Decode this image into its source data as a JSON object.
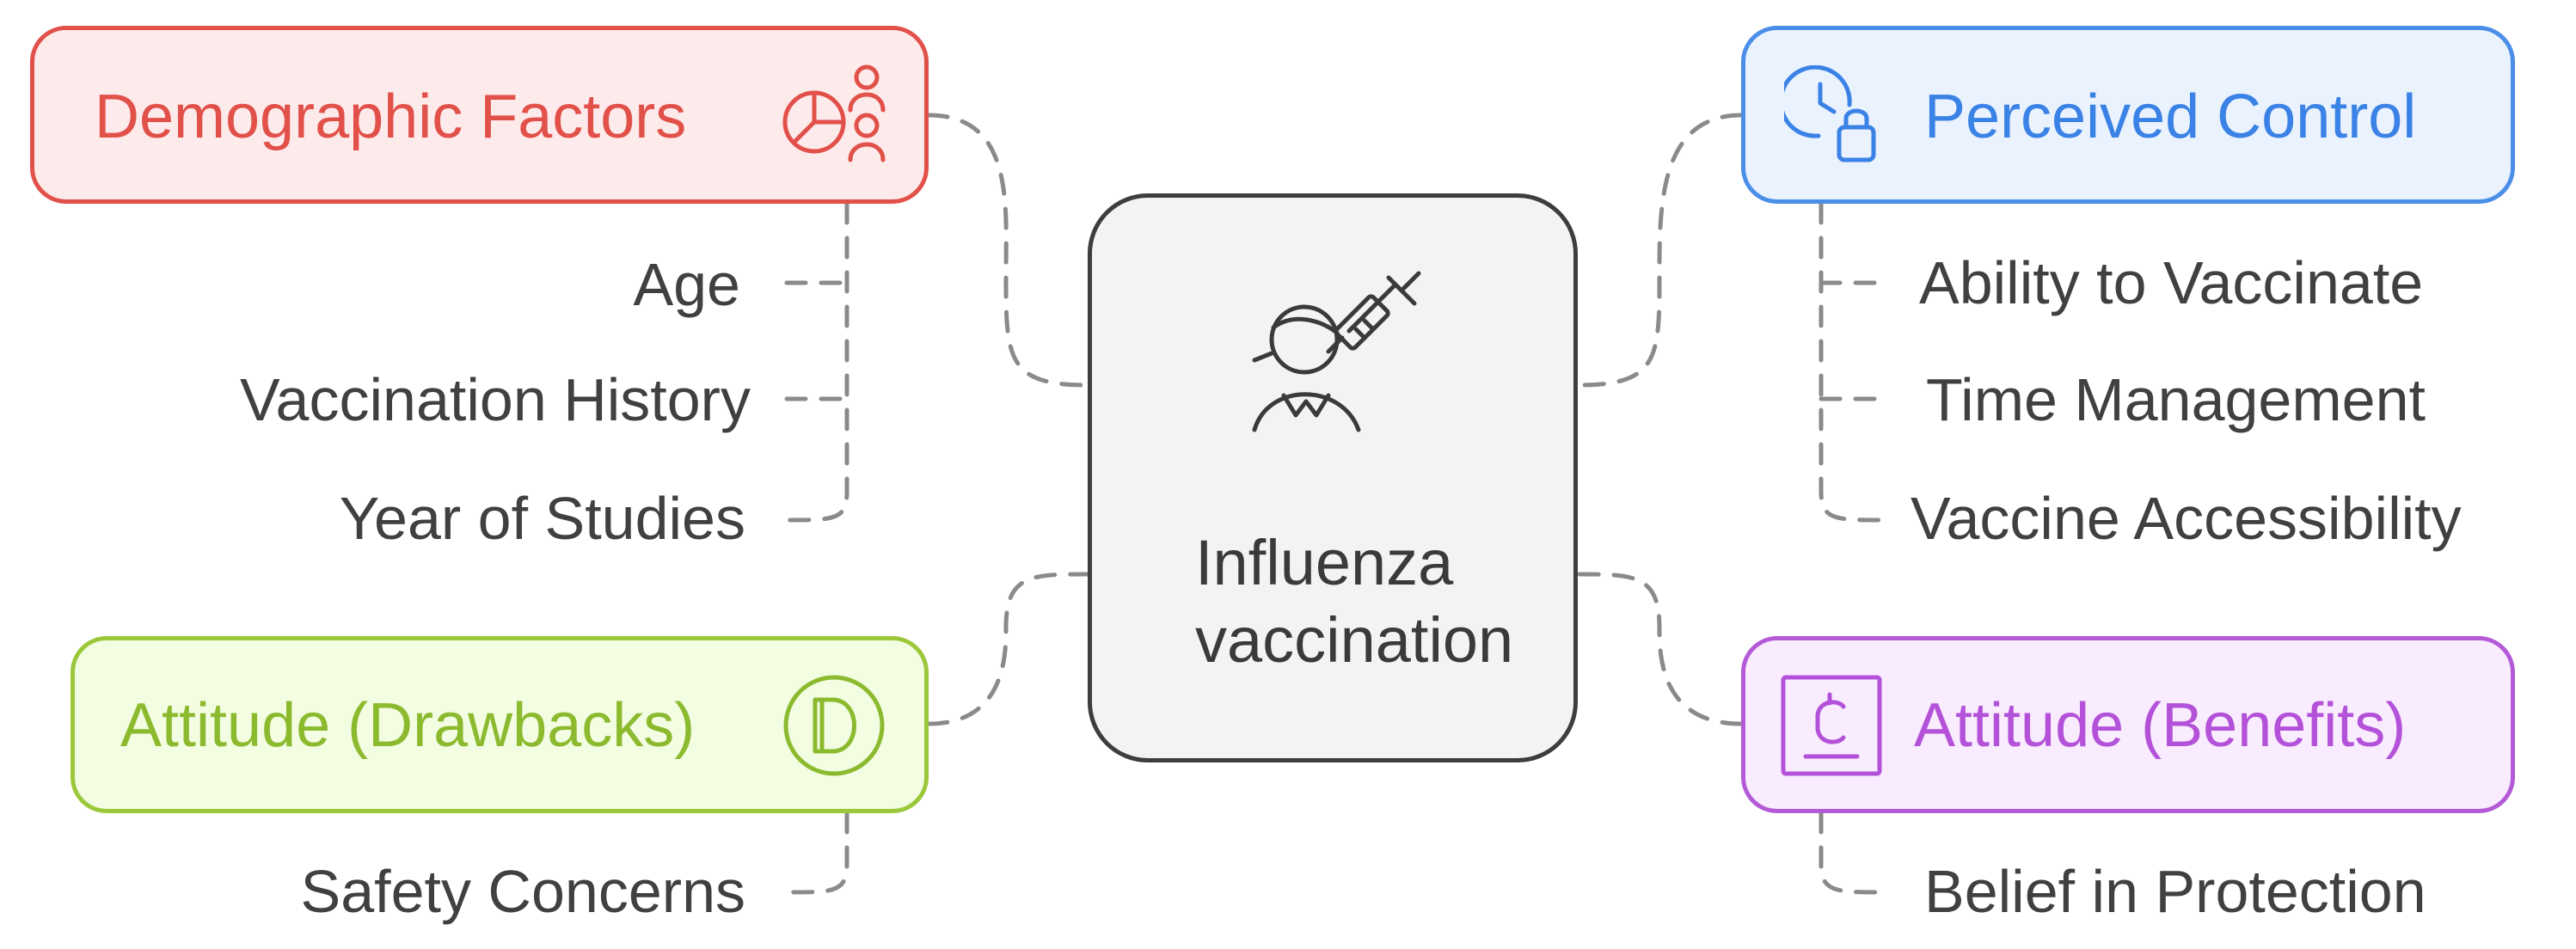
{
  "center": {
    "title_line1": "Influenza",
    "title_line2": "vaccination"
  },
  "colors": {
    "demographic": {
      "text": "#e2504a",
      "border": "#e2504a",
      "fill": "#fdeaea"
    },
    "control": {
      "text": "#3b82e6",
      "border": "#4b8ee8",
      "fill": "#eaf2fe"
    },
    "drawbacks": {
      "text": "#8cba2e",
      "border": "#9bc83a",
      "fill": "#f3fde2"
    },
    "benefits": {
      "text": "#b352d9",
      "border": "#b45ad6",
      "fill": "#f9ecfe"
    },
    "center_fill": "#f3f3f3",
    "connector": "#8a8a8a"
  },
  "categories": {
    "demographic": {
      "title": "Demographic Factors",
      "icon": "pie-chart-people-icon",
      "items": [
        "Age",
        "Vaccination History",
        "Year of Studies"
      ]
    },
    "control": {
      "title": "Perceived Control",
      "icon": "clock-lock-icon",
      "items": [
        "Ability to Vaccinate",
        "Time Management",
        "Vaccine Accessibility"
      ]
    },
    "drawbacks": {
      "title": "Attitude (Drawbacks)",
      "icon": "circle-d-icon",
      "items": [
        "Safety Concerns"
      ]
    },
    "benefits": {
      "title": "Attitude (Benefits)",
      "icon": "square-c-icon",
      "items": [
        "Belief in Protection"
      ]
    }
  },
  "center_icon": "person-syringe-icon"
}
